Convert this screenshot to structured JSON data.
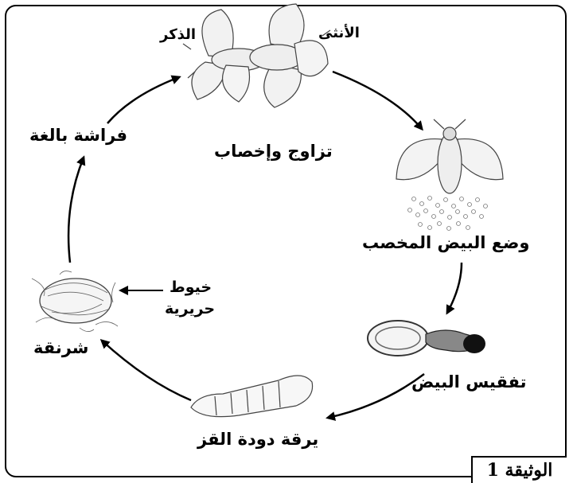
{
  "labels": {
    "male": "الذكر",
    "female": "الأنثى",
    "mating": "تزاوج وإخصاب",
    "adult_moth": "فراشة بالغة",
    "egg_laying": "وضع البيض المخصب",
    "hatching": "تفقيس البيض",
    "larva": "يرقة دودة القز",
    "cocoon": "شرنقة",
    "silk_threads_line1": "خيوط",
    "silk_threads_line2": "حريرية"
  },
  "document_label": "الوثيقة 1",
  "colors": {
    "line": "#000000",
    "drawing": "#555555",
    "background": "#ffffff"
  }
}
